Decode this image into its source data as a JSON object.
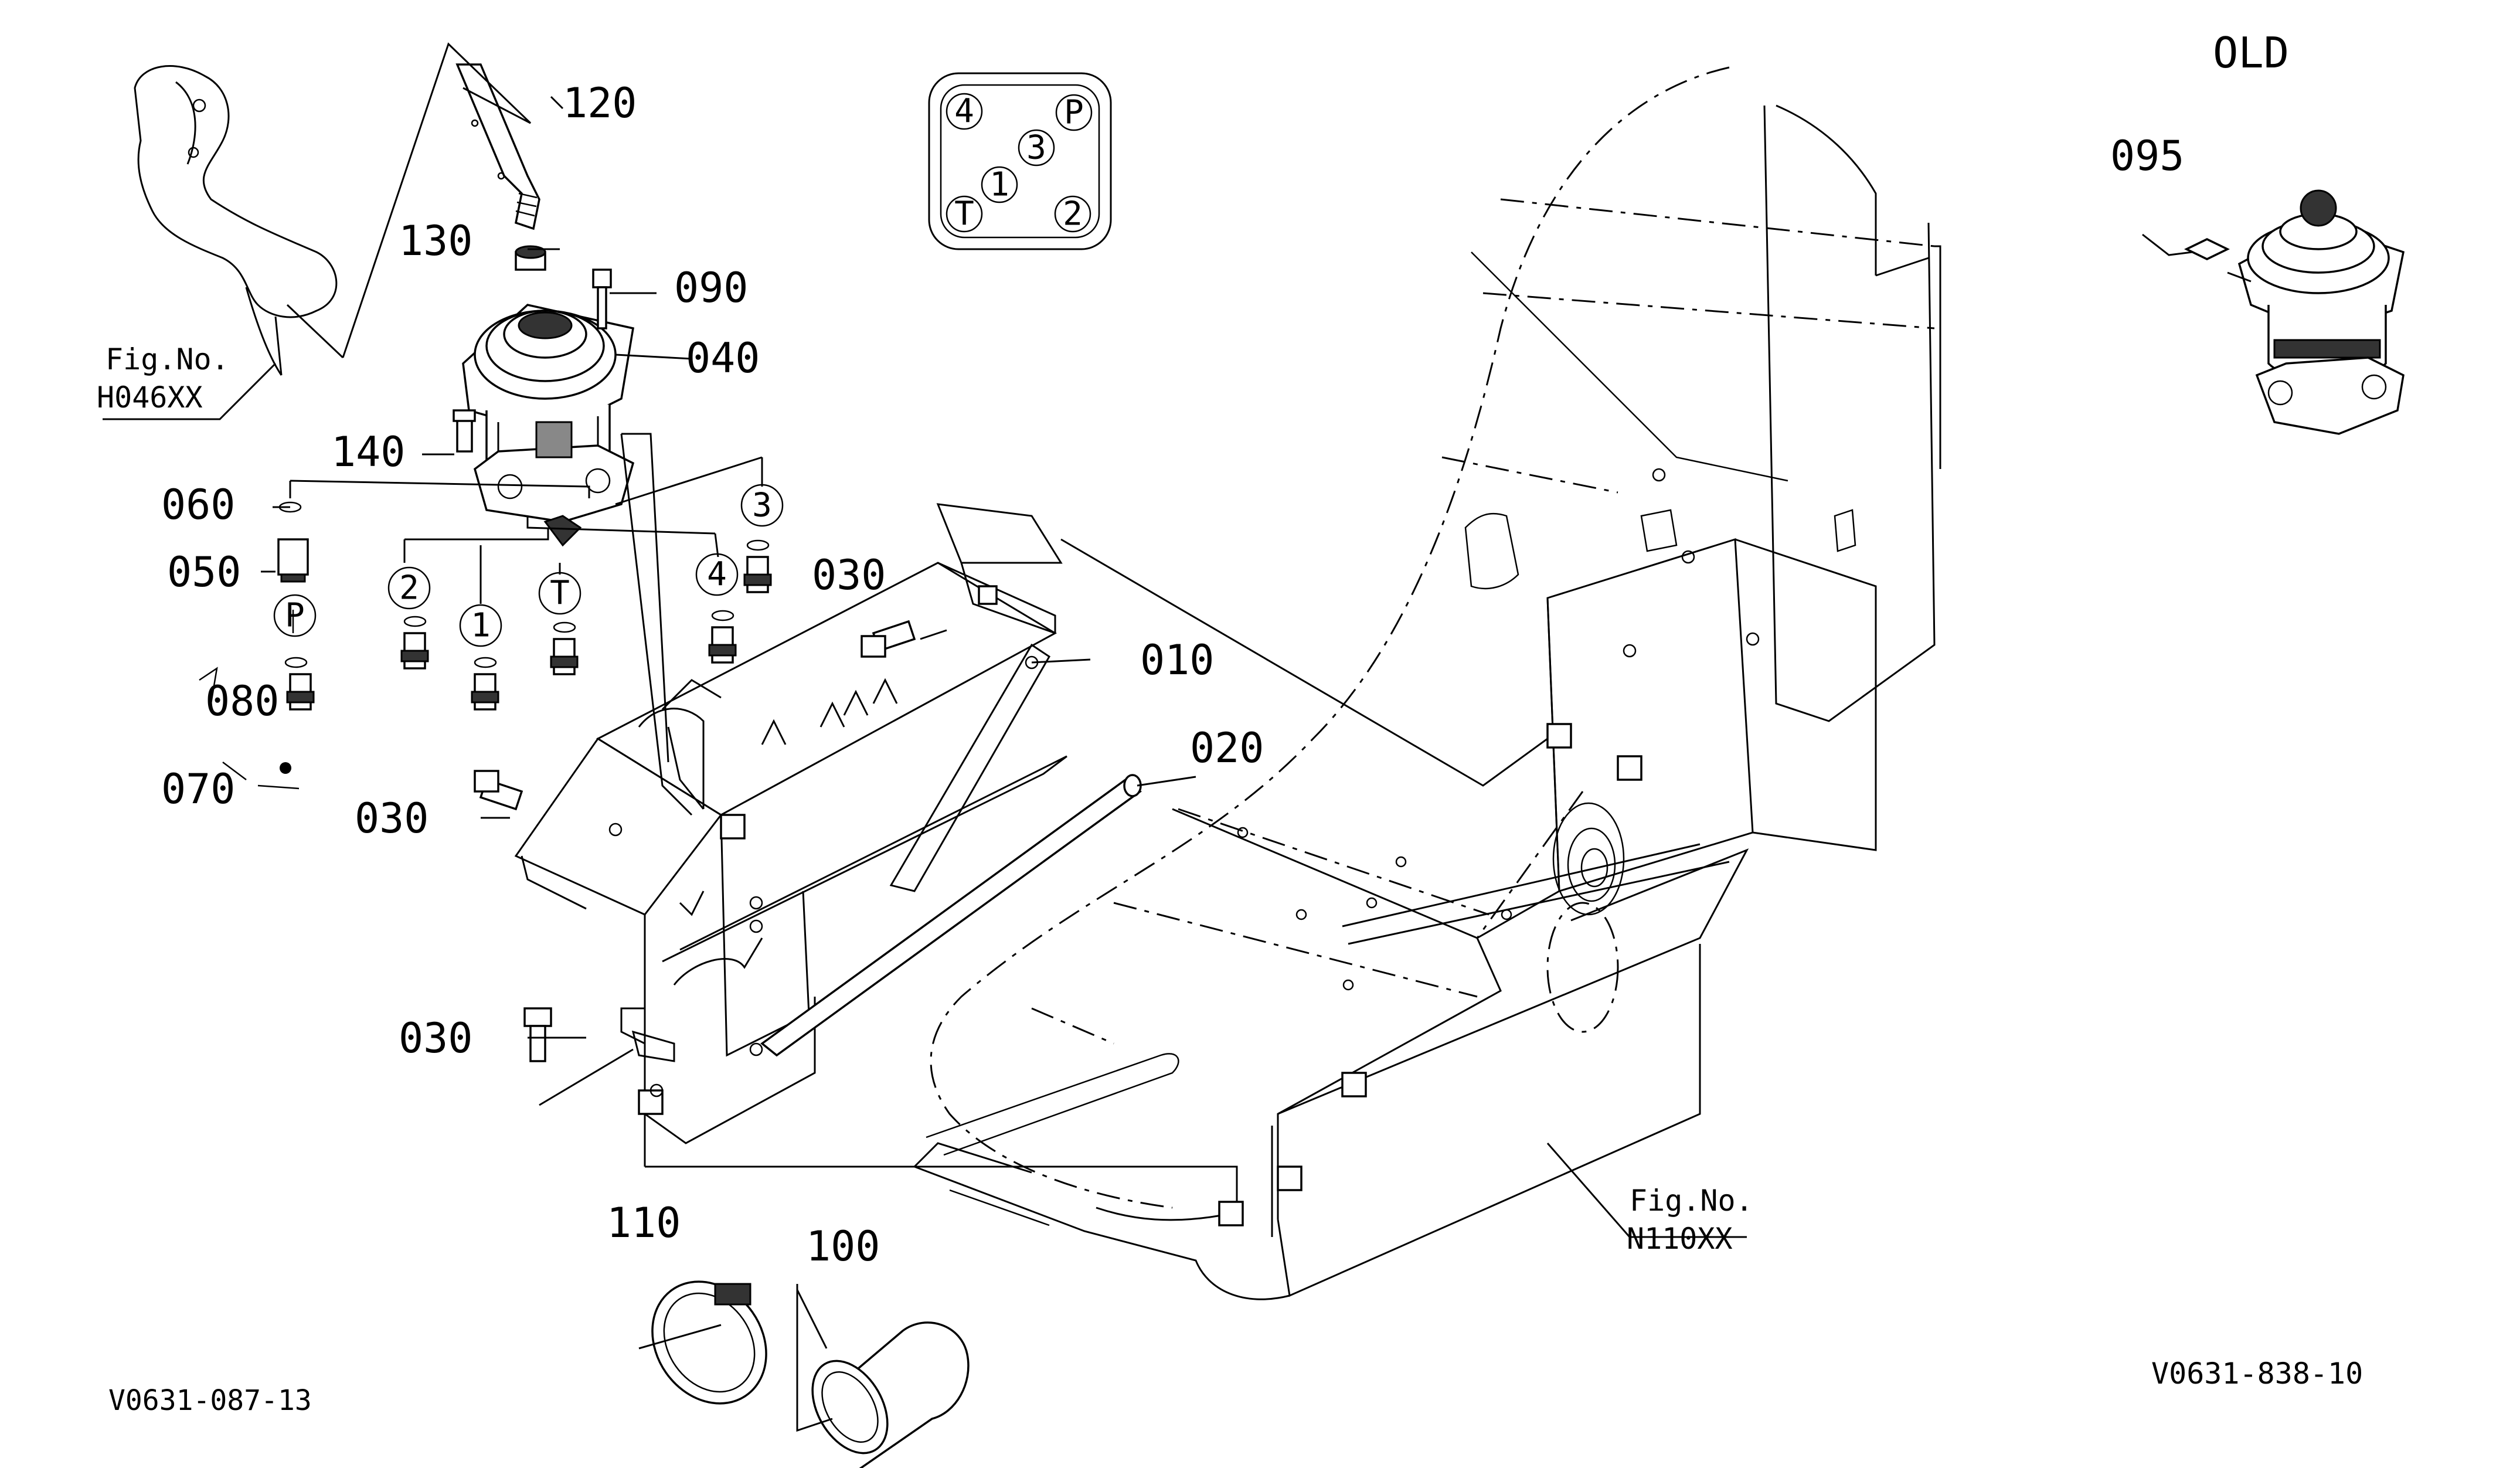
{
  "header": {
    "variant_label": "OLD"
  },
  "parts": {
    "p010": "010",
    "p020": "020",
    "p030a": "030",
    "p030b": "030",
    "p030c": "030",
    "p040": "040",
    "p050": "050",
    "p060": "060",
    "p070": "070",
    "p080": "080",
    "p090": "090",
    "p095": "095",
    "p100": "100",
    "p110": "110",
    "p120": "120",
    "p130": "130",
    "p140": "140"
  },
  "ports": {
    "p1": "1",
    "p2": "2",
    "p3": "3",
    "p4": "4",
    "pP": "P",
    "pT": "T"
  },
  "pattern_card": {
    "k4": "4",
    "kP": "P",
    "k3": "3",
    "k1": "1",
    "kT": "T",
    "k2": "2"
  },
  "fig_refs": {
    "left_label": "Fig.No.",
    "left_code": "H046XX",
    "right_label": "Fig.No.",
    "right_code": "N110XX"
  },
  "drawing_codes": {
    "left": "V0631-087-13",
    "right": "V0631-838-10"
  }
}
